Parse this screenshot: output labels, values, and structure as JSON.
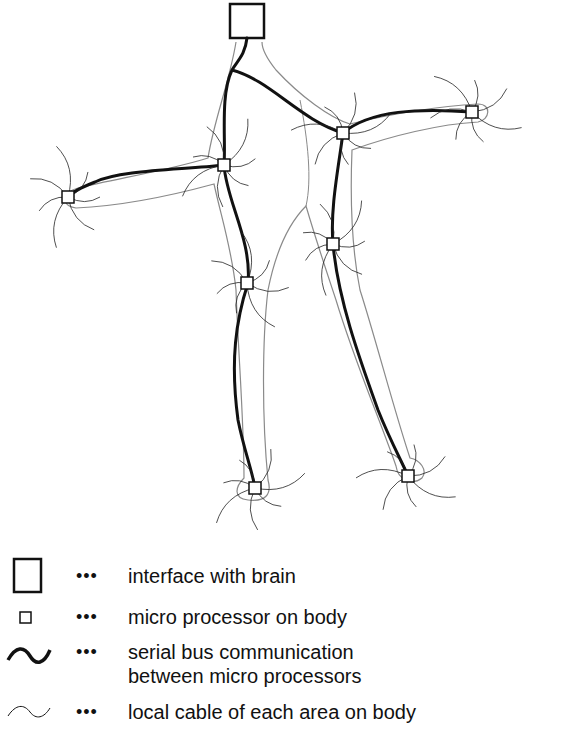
{
  "diagram": {
    "labels": [
      "•••",
      "•••",
      "•••",
      "•••"
    ],
    "legend": [
      {
        "text": "interface with brain"
      },
      {
        "text": "micro processor on body"
      },
      {
        "text": "serial bus communication between micro processors"
      },
      {
        "text": "local cable of each area on body"
      }
    ]
  }
}
